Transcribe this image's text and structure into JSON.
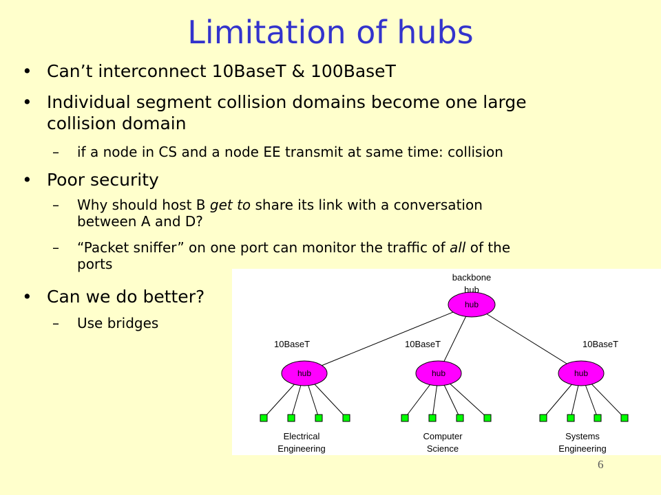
{
  "slide": {
    "title": "Limitation of hubs",
    "page_number": "6"
  },
  "bullets": {
    "b1": "Can’t interconnect 10BaseT & 100BaseT",
    "b2_line1": "Individual segment collision domains become one large",
    "b2_line2": "collision domain",
    "b2_sub1": "if a node in CS and a node EE transmit at same time: collision",
    "b3": "Poor security",
    "b3_sub1_pre": "Why should host B ",
    "b3_sub1_em": "get to",
    "b3_sub1_post": " share its link with a conversation",
    "b3_sub1_line2": "between A and D?",
    "b3_sub2_pre": "“Packet sniffer” on one port can monitor the traffic of ",
    "b3_sub2_em": "all",
    "b3_sub2_post": " of the",
    "b3_sub2_line2": "ports",
    "b4": "Can we do better?",
    "b4_sub1": "Use bridges"
  },
  "diagram": {
    "backbone_label_1": "backbone",
    "backbone_label_2": "hub",
    "hub_label": "hub",
    "link_label": "10BaseT",
    "dept_1_line1": "Electrical",
    "dept_1_line2": "Engineering",
    "dept_2_line1": "Computer",
    "dept_2_line2": "Science",
    "dept_3_line1": "Systems",
    "dept_3_line2": "Engineering"
  },
  "colors": {
    "background": "#FFFFCC",
    "title": "#3333CC",
    "hub_fill": "#FF00FF",
    "node_fill": "#00FF00"
  }
}
